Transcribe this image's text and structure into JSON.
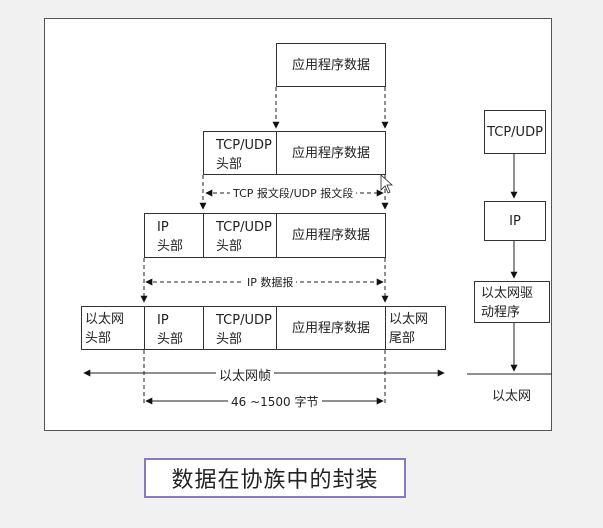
{
  "left": {
    "row1": {
      "data": "应用程序数据"
    },
    "row2": {
      "tcp_l1": "TCP/UDP",
      "tcp_l2": "头部",
      "data": "应用程序数据",
      "span": "TCP 报文段/UDP 报文段"
    },
    "row3": {
      "ip_l1": "IP",
      "ip_l2": "头部",
      "tcp_l1": "TCP/UDP",
      "tcp_l2": "头部",
      "data": "应用程序数据",
      "span": "IP 数据报"
    },
    "row4": {
      "eth_l1": "以太网",
      "eth_l2": "头部",
      "ip_l1": "IP",
      "ip_l2": "头部",
      "tcp_l1": "TCP/UDP",
      "tcp_l2": "头部",
      "data": "应用程序数据",
      "tail_l1": "以太网",
      "tail_l2": "尾部",
      "span": "以太网帧",
      "span2": "46 ~1500 字节"
    }
  },
  "right": {
    "tcp": "TCP/UDP",
    "ip": "IP",
    "driver_l1": "以太网驱",
    "driver_l2": "动程序",
    "ethernet": "以太网"
  },
  "caption": "数据在协族中的封装"
}
